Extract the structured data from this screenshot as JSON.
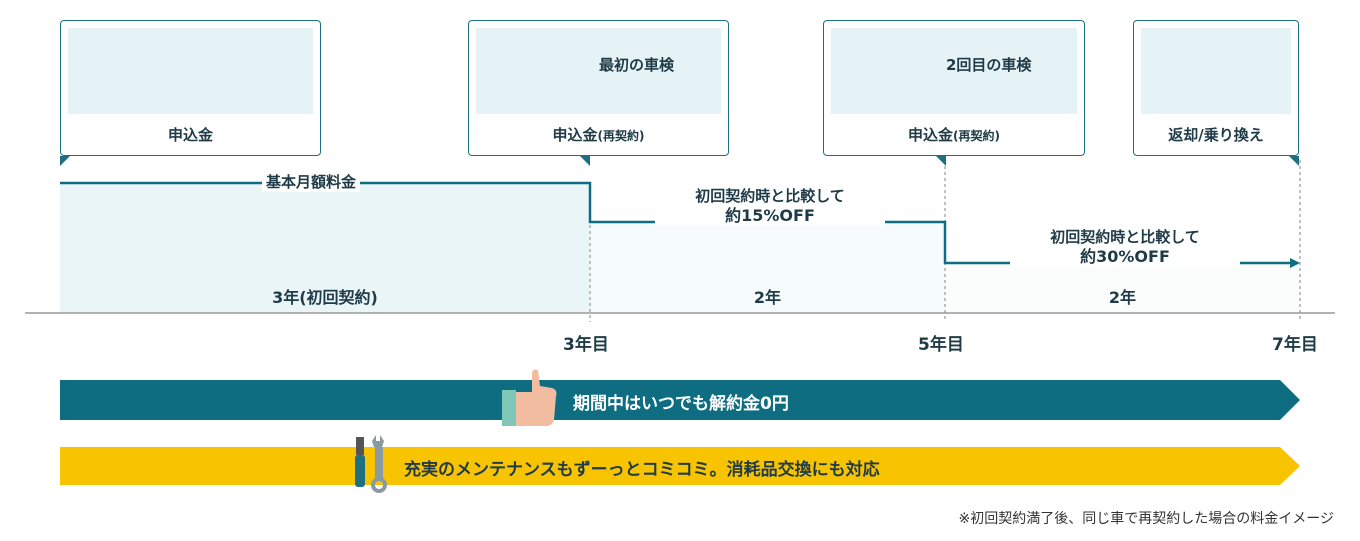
{
  "cards": [
    {
      "title": "",
      "label": "申込金",
      "label_note": ""
    },
    {
      "title": "最初の車検",
      "label": "申込金",
      "label_note": "(再契約)"
    },
    {
      "title": "2回目の車検",
      "label": "申込金",
      "label_note": "(再契約)"
    },
    {
      "title": "",
      "label": "返却/乗り換え",
      "label_note": ""
    }
  ],
  "timeline": {
    "base_fee_label": "基本月額料金",
    "discount1": {
      "line1": "初回契約時と比較して",
      "line2": "約15%OFF"
    },
    "discount2": {
      "line1": "初回契約時と比較して",
      "line2": "約30%OFF"
    },
    "periods": [
      "3年(初回契約)",
      "2年",
      "2年"
    ],
    "year_marks": [
      "3年目",
      "5年目",
      "7年目"
    ]
  },
  "banners": {
    "cancel": "期間中はいつでも解約金0円",
    "maintenance": "充実のメンテナンスもずーっとコミコミ。消耗品交換にも対応"
  },
  "footnote": "※初回契約満了後、同じ車で再契約した場合の料金イメージ",
  "colors": {
    "teal": "#0f6d82",
    "light_teal": "#eaf5f7",
    "yellow": "#f8c300",
    "card_bg": "#e6f3f6"
  }
}
